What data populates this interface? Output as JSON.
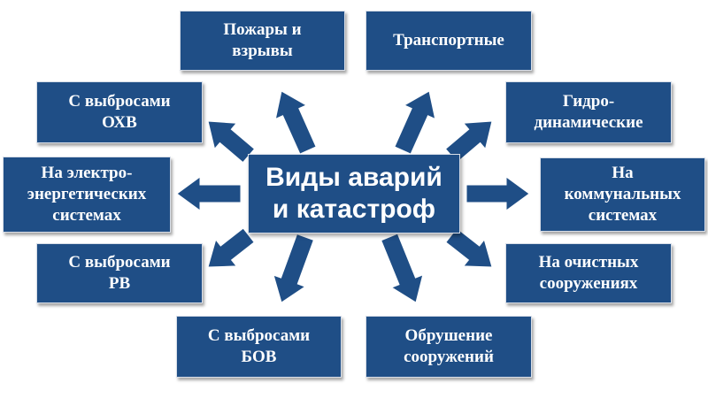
{
  "center_title": "Виды аварий\nи катастроф",
  "categories": [
    {
      "id": "fires",
      "label": "Пожары и\nвзрывы"
    },
    {
      "id": "transport",
      "label": "Транспортные"
    },
    {
      "id": "hydro",
      "label": "Гидро-\nдинамические"
    },
    {
      "id": "communal",
      "label": "На\nкоммунальных\nсистемах"
    },
    {
      "id": "treatment",
      "label": "На очистных\nсооружениях"
    },
    {
      "id": "collapse",
      "label": "Обрушение\nсооружений"
    },
    {
      "id": "bov",
      "label": "С выбросами\nБОВ"
    },
    {
      "id": "rv",
      "label": "С выбросами\nРВ"
    },
    {
      "id": "power",
      "label": "На электро-\nэнергетических\nсистемах"
    },
    {
      "id": "ohv",
      "label": "С выбросами\nОХВ"
    }
  ],
  "colors": {
    "box_fill": "#1f4e86",
    "arrow_fill": "#1f4e86",
    "text": "#ffffff"
  }
}
